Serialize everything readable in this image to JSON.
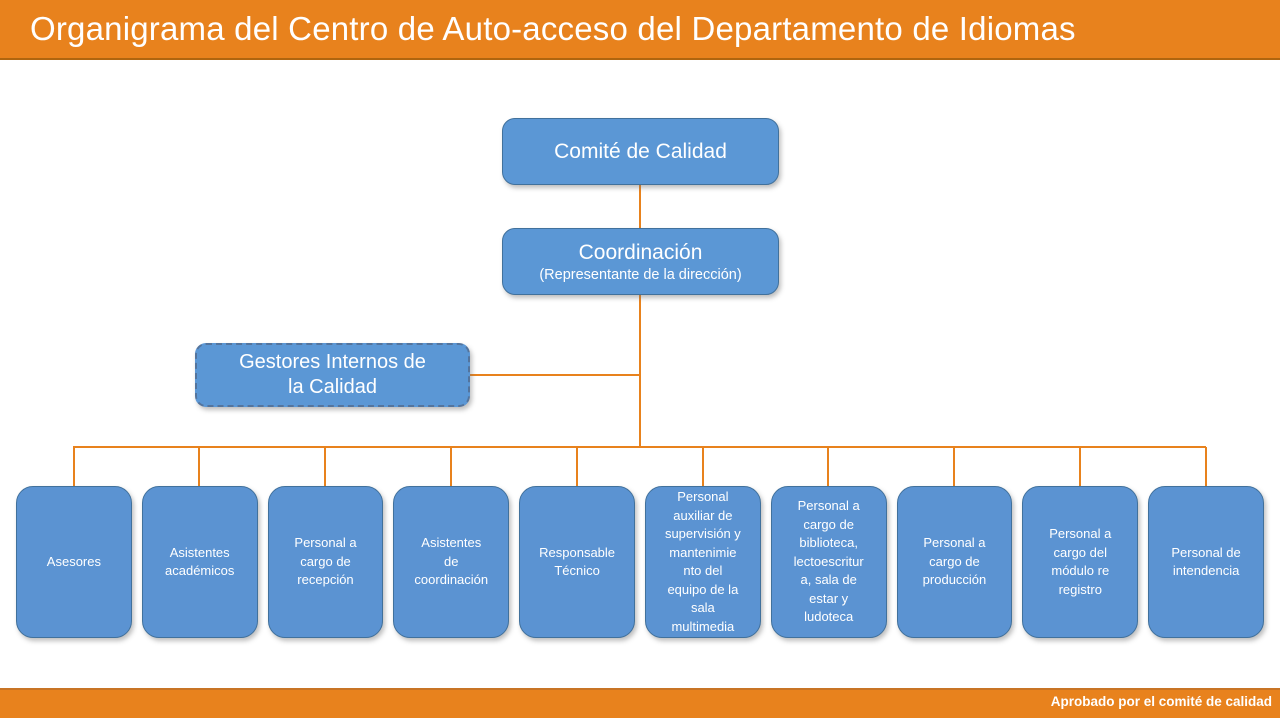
{
  "header": {
    "title": "Organigrama del Centro de Auto-acceso del Departamento de Idiomas"
  },
  "org": {
    "root": {
      "label": "Comité de Calidad"
    },
    "coordination": {
      "label": "Coordinación",
      "sublabel": "(Representante de la dirección)"
    },
    "side_node": {
      "label": "Gestores Internos de\nla Calidad"
    },
    "leaf_nodes": [
      {
        "label": "Asesores"
      },
      {
        "label": "Asistentes\nacadémicos"
      },
      {
        "label": "Personal a\ncargo de\nrecepción"
      },
      {
        "label": "Asistentes\nde\ncoordinación"
      },
      {
        "label": "Responsable\nTécnico"
      },
      {
        "label": "Personal\nauxiliar de\nsupervisión y\nmantenimie\nnto del\nequipo de la\nsala\nmultimedia"
      },
      {
        "label": "Personal a\ncargo de\nbiblioteca,\nlectoescritur\na, sala de\nestar y\nludoteca"
      },
      {
        "label": "Personal a\ncargo de\nproducción"
      },
      {
        "label": "Personal a\ncargo del\nmódulo re\nregistro"
      },
      {
        "label": "Personal de\nintendencia"
      }
    ]
  },
  "footer": {
    "approval_text": "Aprobado por el comité de calidad"
  },
  "colors": {
    "bar_orange": "#E8821D",
    "bar_border_dark": "#AF650F",
    "connector_orange": "#E8821D",
    "node_fill_blue": "#5B93D2",
    "node_border_blue": "#41719C",
    "dashed_border_blue": "#53749D",
    "text_white": "#FFFFFF"
  }
}
